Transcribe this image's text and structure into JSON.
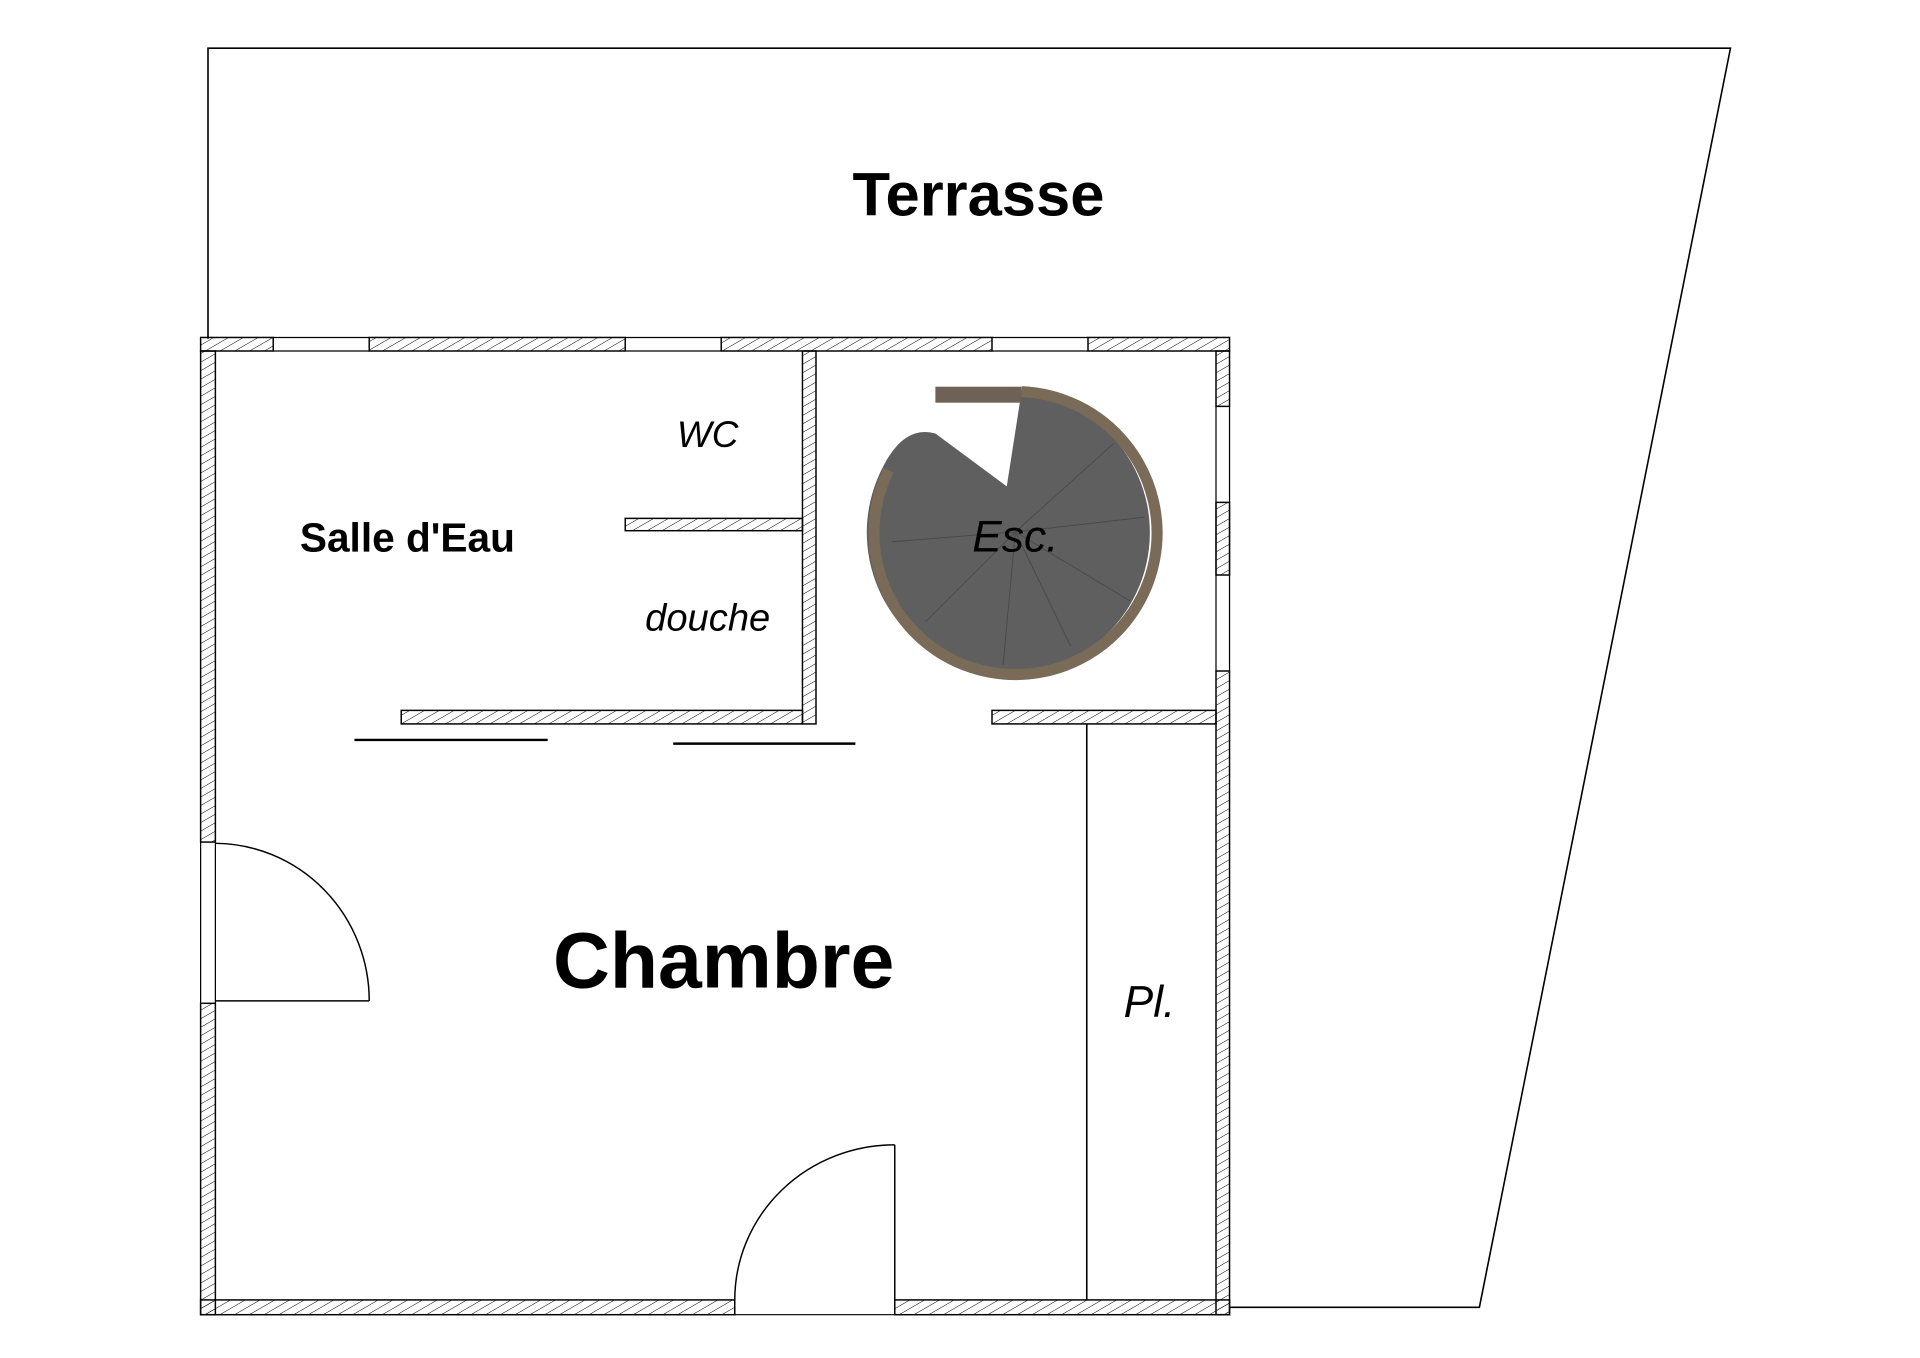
{
  "plan": {
    "rooms": {
      "terrace": "Terrasse",
      "bathroom": "Salle d'Eau",
      "wc": "WC",
      "shower": "douche",
      "stairs": "Esc.",
      "bedroom": "Chambre",
      "closet": "Pl."
    },
    "colors": {
      "wall_line": "#000000",
      "stair_fill": "#5f5f5f",
      "stair_rail": "#7a6a58"
    }
  }
}
